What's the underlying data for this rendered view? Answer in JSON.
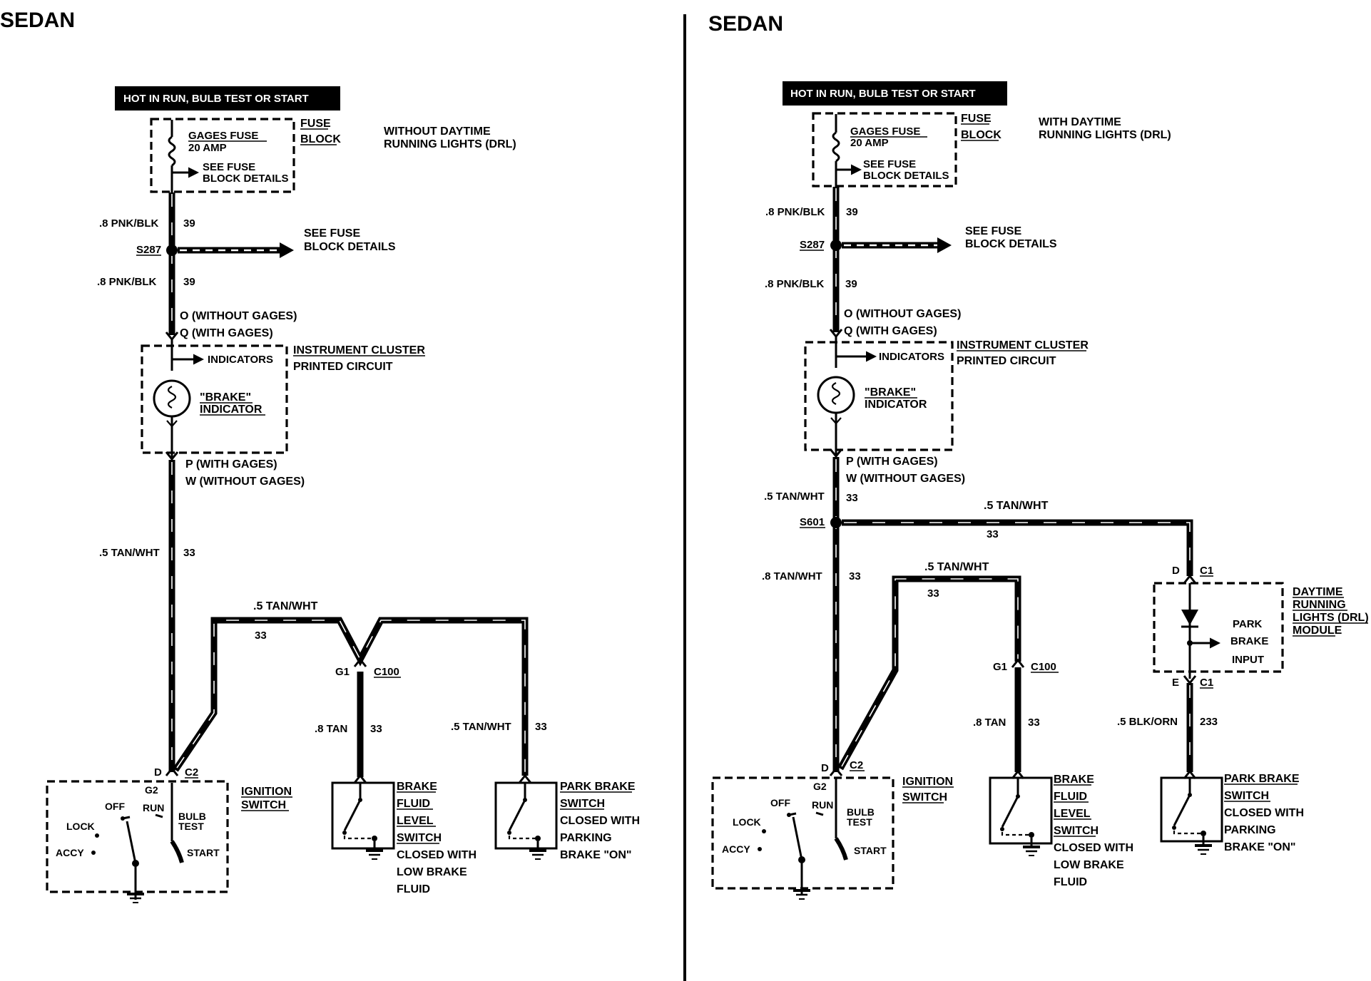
{
  "left": {
    "title": "SEDAN",
    "power_header": "HOT IN RUN, BULB TEST OR START",
    "fuse_label": "GAGES FUSE",
    "fuse_amp": "20 AMP",
    "fuse_see1": "SEE FUSE",
    "fuse_see2": "BLOCK DETAILS",
    "fuse_block1": "FUSE",
    "fuse_block2": "BLOCK",
    "variant1": "WITHOUT DAYTIME",
    "variant2": "RUNNING LIGHTS (DRL)",
    "wire1_gauge": ".8 PNK/BLK",
    "wire1_circuit": "39",
    "splice": "S287",
    "see_fuse1": "SEE FUSE",
    "see_fuse2": "BLOCK DETAILS",
    "wire2_gauge": ".8 PNK/BLK",
    "wire2_circuit": "39",
    "conn_o": "O (WITHOUT GAGES)",
    "conn_q": "Q (WITH GAGES)",
    "indicators": "INDICATORS",
    "cluster1": "INSTRUMENT CLUSTER",
    "cluster2": "PRINTED CIRCUIT",
    "brake1": "\"BRAKE\"",
    "brake2": "INDICATOR",
    "conn_p": "P (WITH GAGES)",
    "conn_w": "W (WITHOUT GAGES)",
    "wire3_gauge": ".5 TAN/WHT",
    "wire3_circuit": "33",
    "wire4_gauge": ".5 TAN/WHT",
    "wire4_circuit": "33",
    "conn_g1": "G1",
    "conn_c100": "C100",
    "wire5_gauge": ".8 TAN",
    "wire5_circuit": "33",
    "wire6_gauge": ".5 TAN/WHT",
    "wire6_circuit": "33",
    "conn_d": "D",
    "conn_c2": "C2",
    "conn_g2": "G2",
    "ign_off": "OFF",
    "ign_run": "RUN",
    "ign_lock": "LOCK",
    "ign_accy": "ACCY",
    "ign_bulb": "BULB",
    "ign_test": "TEST",
    "ign_start": "START",
    "ign1": "IGNITION",
    "ign2": "SWITCH",
    "bf1": "BRAKE",
    "bf2": "FLUID",
    "bf3": "LEVEL",
    "bf4": "SWITCH",
    "bf5": "CLOSED WITH",
    "bf6": "LOW BRAKE",
    "bf7": "FLUID",
    "pb1": "PARK BRAKE",
    "pb2": "SWITCH",
    "pb3": "CLOSED WITH",
    "pb4": "PARKING",
    "pb5": "BRAKE \"ON\""
  },
  "right": {
    "title": "SEDAN",
    "power_header": "HOT IN RUN, BULB TEST OR START",
    "fuse_label": "GAGES FUSE",
    "fuse_amp": "20 AMP",
    "fuse_see1": "SEE FUSE",
    "fuse_see2": "BLOCK DETAILS",
    "fuse_block1": "FUSE",
    "fuse_block2": "BLOCK",
    "variant1": "WITH DAYTIME",
    "variant2": "RUNNING LIGHTS (DRL)",
    "wire1_gauge": ".8 PNK/BLK",
    "wire1_circuit": "39",
    "splice": "S287",
    "see_fuse1": "SEE FUSE",
    "see_fuse2": "BLOCK DETAILS",
    "wire2_gauge": ".8 PNK/BLK",
    "wire2_circuit": "39",
    "conn_o": "O (WITHOUT GAGES)",
    "conn_q": "Q (WITH GAGES)",
    "indicators": "INDICATORS",
    "cluster1": "INSTRUMENT CLUSTER",
    "cluster2": "PRINTED CIRCUIT",
    "brake1": "\"BRAKE\"",
    "brake2": "INDICATOR",
    "conn_p": "P (WITH GAGES)",
    "conn_w": "W (WITHOUT GAGES)",
    "wire3_gauge": ".5 TAN/WHT",
    "wire3_circuit": "33",
    "splice2": "S601",
    "wire_drl_gauge": ".5 TAN/WHT",
    "wire_drl_circuit": "33",
    "wire4_gauge": ".8 TAN/WHT",
    "wire4_circuit": "33",
    "wire5_gauge": ".5 TAN/WHT",
    "wire5_circuit": "33",
    "conn_g1": "G1",
    "conn_c100": "C100",
    "wire6_gauge": ".8 TAN",
    "wire6_circuit": "33",
    "drl_conn_d": "D",
    "drl_conn_c1": "C1",
    "drl_park": "PARK",
    "drl_brake": "BRAKE",
    "drl_input": "INPUT",
    "drl1": "DAYTIME",
    "drl2": "RUNNING",
    "drl3": "LIGHTS (DRL)",
    "drl4": "MODULE",
    "drl_conn_e": "E",
    "drl_conn_c1b": "C1",
    "wire7_gauge": ".5 BLK/ORN",
    "wire7_circuit": "233",
    "conn_d": "D",
    "conn_c2": "C2",
    "conn_g2": "G2",
    "ign_off": "OFF",
    "ign_run": "RUN",
    "ign_lock": "LOCK",
    "ign_accy": "ACCY",
    "ign_bulb": "BULB",
    "ign_test": "TEST",
    "ign_start": "START",
    "ign1": "IGNITION",
    "ign2": "SWITCH",
    "bf1": "BRAKE",
    "bf2": "FLUID",
    "bf3": "LEVEL",
    "bf4": "SWITCH",
    "bf5": "CLOSED WITH",
    "bf6": "LOW BRAKE",
    "bf7": "FLUID",
    "pb1": "PARK BRAKE",
    "pb2": "SWITCH",
    "pb3": "CLOSED WITH",
    "pb4": "PARKING",
    "pb5": "BRAKE \"ON\""
  }
}
